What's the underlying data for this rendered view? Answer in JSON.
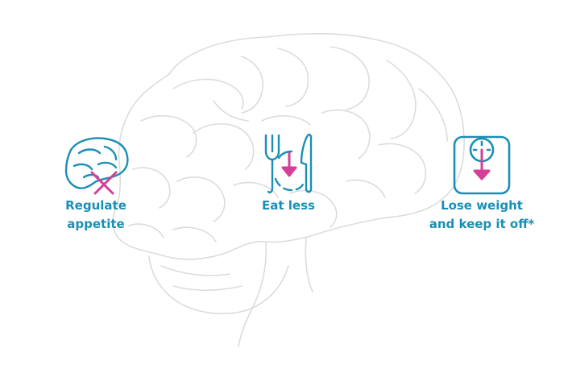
{
  "colors": {
    "teal": "#1a8fb5",
    "magenta": "#d63f97",
    "outline": "#d9d9d9"
  },
  "steps": [
    {
      "icon": "brain-fork-knife-icon",
      "line1": "Regulate",
      "line2": "appetite"
    },
    {
      "icon": "fork-knife-down-arrow-icon",
      "line1": "Eat less",
      "line2": ""
    },
    {
      "icon": "scale-down-arrow-icon",
      "line1": "Lose weight",
      "line2": "and keep it off*"
    }
  ]
}
